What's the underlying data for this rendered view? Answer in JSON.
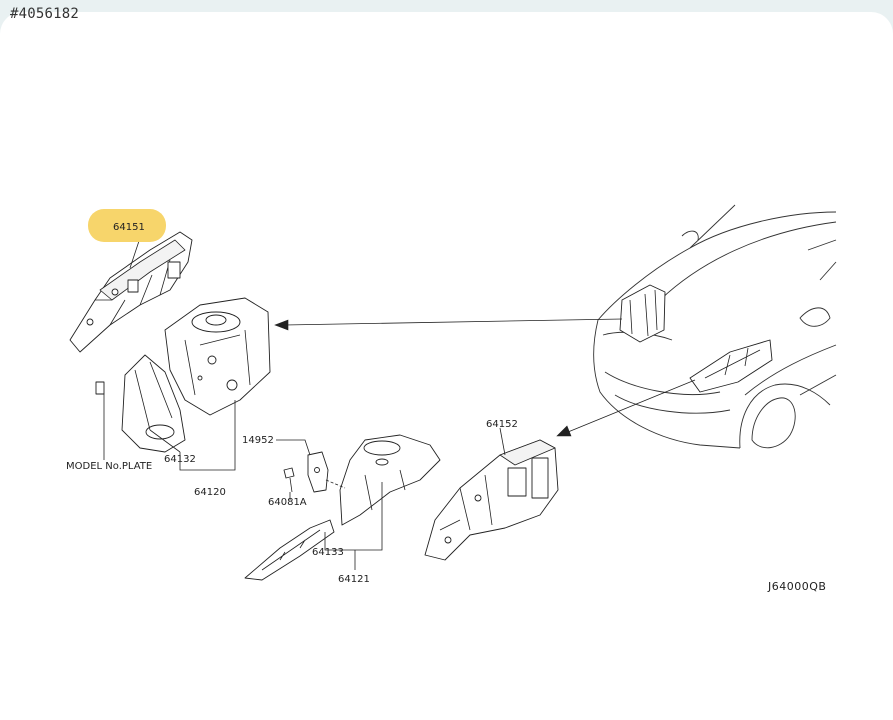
{
  "ref_tag": "#4056182",
  "highlight_color": "#f7d56b",
  "labels": {
    "p64151": "64151",
    "p64152": "64152",
    "p64132": "64132",
    "p64120": "64120",
    "p14952": "14952",
    "p64081a": "64081A",
    "p64133": "64133",
    "p64121": "64121",
    "model_plate": "MODEL No.PLATE"
  },
  "diagram_code": "J64000QB"
}
